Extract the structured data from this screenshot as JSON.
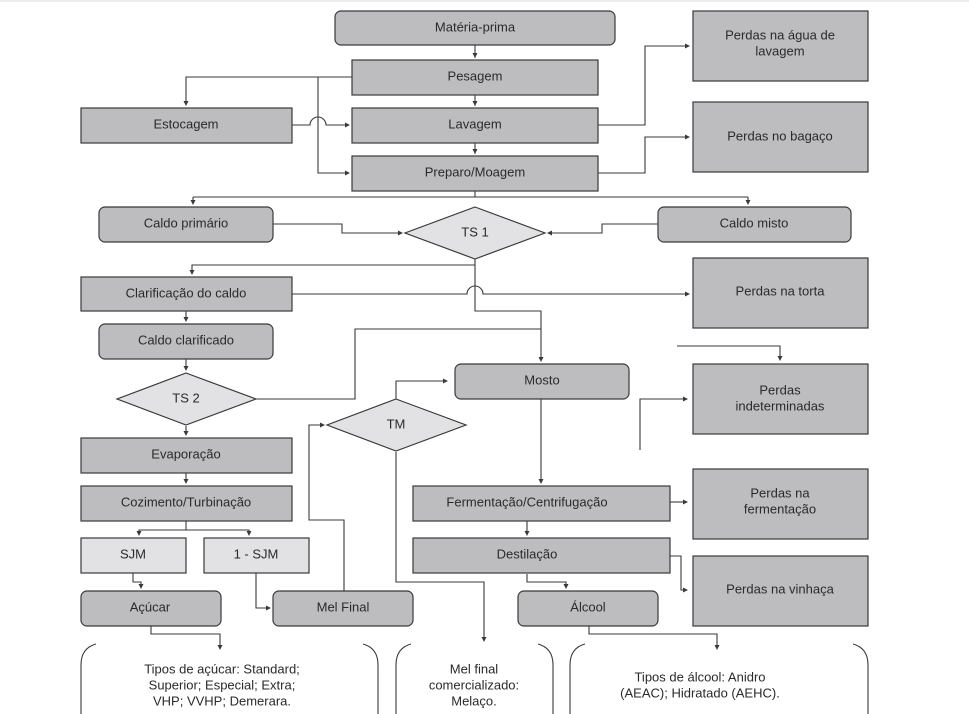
{
  "diagram": {
    "nodes": {
      "materia_prima": "Matéria-prima",
      "pesagem": "Pesagem",
      "estocagem": "Estocagem",
      "lavagem": "Lavagem",
      "preparo_moagem": "Preparo/Moagem",
      "perdas_agua_lavagem": [
        "Perdas na água de",
        "lavagem"
      ],
      "perdas_bagaco": "Perdas no bagaço",
      "caldo_primario": "Caldo primário",
      "ts1": "TS 1",
      "caldo_misto": "Caldo misto",
      "clarificacao": "Clarificação do caldo",
      "perdas_torta": "Perdas na torta",
      "caldo_clarificado": "Caldo clarificado",
      "ts2": "TS 2",
      "mosto": "Mosto",
      "tm": "TM",
      "perdas_indeterminadas": [
        "Perdas",
        "indeterminadas"
      ],
      "evaporacao": "Evaporação",
      "cozimento": "Cozimento/Turbinação",
      "sjm": "SJM",
      "um_menos_sjm": "1 - SJM",
      "acucar": "Açúcar",
      "mel_final": "Mel Final",
      "fermentacao": "Fermentação/Centrifugação",
      "perdas_fermentacao": [
        "Perdas na",
        "fermentação"
      ],
      "destilacao": "Destilação",
      "perdas_vinhaca": "Perdas na vinhaça",
      "alcool": "Álcool"
    },
    "notes": {
      "tipos_acucar": [
        "Tipos de açúcar: Standard;",
        "Superior; Especial; Extra;",
        "VHP; VVHP; Demerara."
      ],
      "mel_comercializado": [
        "Mel final",
        "comercializado:",
        "Melaço."
      ],
      "tipos_alcool": [
        "Tipos de álcool: Anidro",
        "(AEAC); Hidratado (AEHC)."
      ]
    },
    "colors": {
      "process_fill": "#bdbdc0",
      "decision_fill": "#e2e2e4",
      "stroke": "#3a3a3a"
    }
  }
}
